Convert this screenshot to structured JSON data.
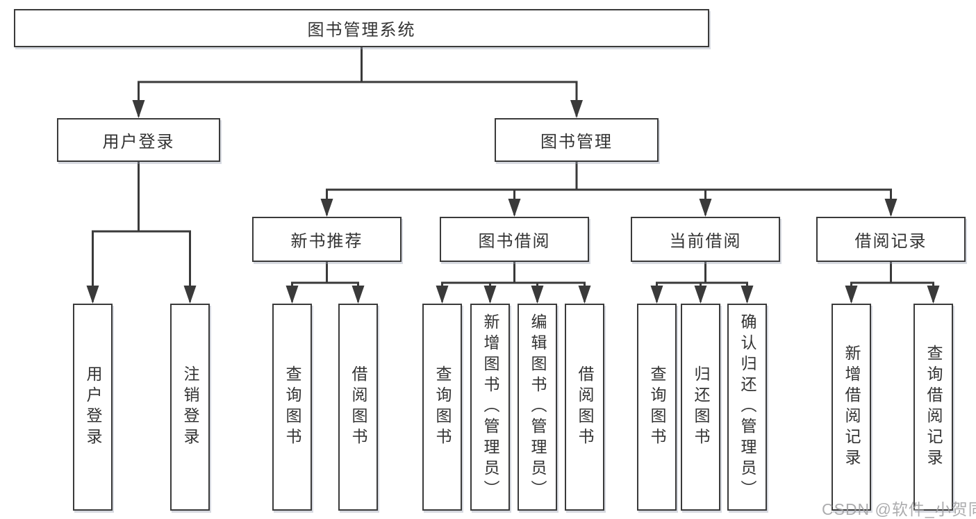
{
  "diagram_title": "图书管理系统",
  "tree": {
    "root": {
      "label": "图书管理系统",
      "children": [
        {
          "label": "用户登录",
          "children": [
            {
              "label": "用户登录"
            },
            {
              "label": "注销登录"
            }
          ]
        },
        {
          "label": "图书管理",
          "children": [
            {
              "label": "新书推荐",
              "children": [
                {
                  "label": "查询图书"
                },
                {
                  "label": "借阅图书"
                }
              ]
            },
            {
              "label": "图书借阅",
              "children": [
                {
                  "label": "查询图书"
                },
                {
                  "label": "新增图书（管理员）"
                },
                {
                  "label": "编辑图书（管理员）"
                },
                {
                  "label": "借阅图书"
                }
              ]
            },
            {
              "label": "当前借阅",
              "children": [
                {
                  "label": "查询图书"
                },
                {
                  "label": "归还图书"
                },
                {
                  "label": "确认归还（管理员）"
                }
              ]
            },
            {
              "label": "借阅记录",
              "children": [
                {
                  "label": "新增借阅记录"
                },
                {
                  "label": "查询借阅记录"
                }
              ]
            }
          ]
        }
      ]
    }
  },
  "watermark": {
    "text": "CSDN @软件_小贺同学"
  },
  "colors": {
    "line": "#3a3a3a",
    "text": "#333333",
    "box_background": "#ffffff",
    "watermark": "#9e9ea0"
  }
}
